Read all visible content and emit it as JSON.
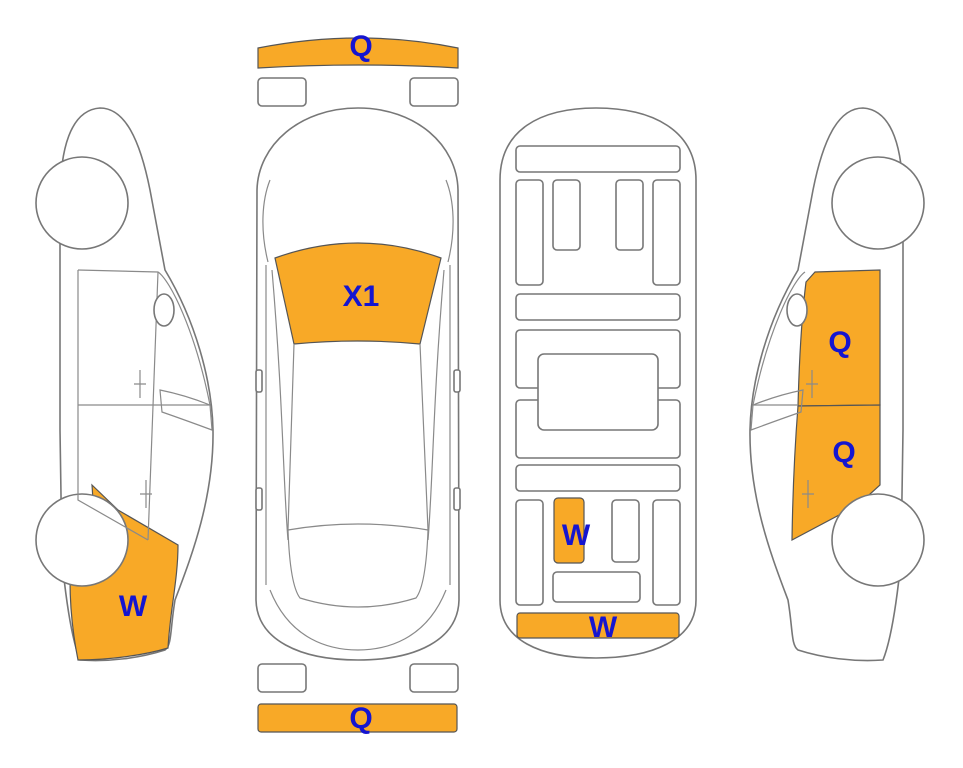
{
  "colors": {
    "damage": "#F8A927",
    "label": "#1515D0",
    "outline": "#777777"
  },
  "labels": {
    "front_bumper": "Q",
    "windshield": "X1",
    "left_rear_quarter": "W",
    "underbody_rear_center": "W",
    "underbody_rear_bar": "W",
    "right_front_door": "Q",
    "right_rear_door": "Q",
    "rear_bumper": "Q"
  }
}
